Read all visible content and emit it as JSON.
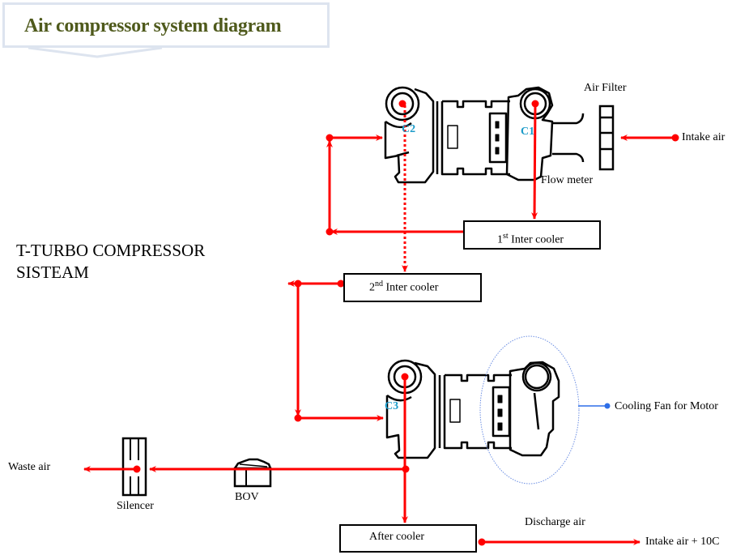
{
  "title": "Air compressor system diagram",
  "system_label": {
    "line1": "T-TURBO COMPRESSOR",
    "line2": "SISTEAM"
  },
  "compressors": [
    {
      "id": "C1",
      "label": "C1"
    },
    {
      "id": "C2",
      "label": "C2"
    },
    {
      "id": "C3",
      "label": "C3"
    }
  ],
  "components": {
    "air_filter": "Air Filter",
    "flow_meter": "Flow meter",
    "first_inter_cooler": {
      "ordinal": "1",
      "suffix": "st",
      "name": " Inter cooler"
    },
    "second_inter_cooler": {
      "ordinal": "2",
      "suffix": "nd",
      "name": " Inter cooler"
    },
    "after_cooler": "After cooler",
    "silencer": "Silencer",
    "bov": "BOV",
    "cooling_fan": "Cooling Fan for Motor"
  },
  "flows": {
    "intake_air": "Intake air",
    "waste_air": "Waste air",
    "discharge_air": "Discharge air",
    "discharge_target": "Intake air + 10C"
  },
  "colors": {
    "flow_line": "#ff0000",
    "title_text": "#4f5a1c",
    "compressor_label": "#1c9bc9",
    "callout_line": "#2f6fe8"
  }
}
